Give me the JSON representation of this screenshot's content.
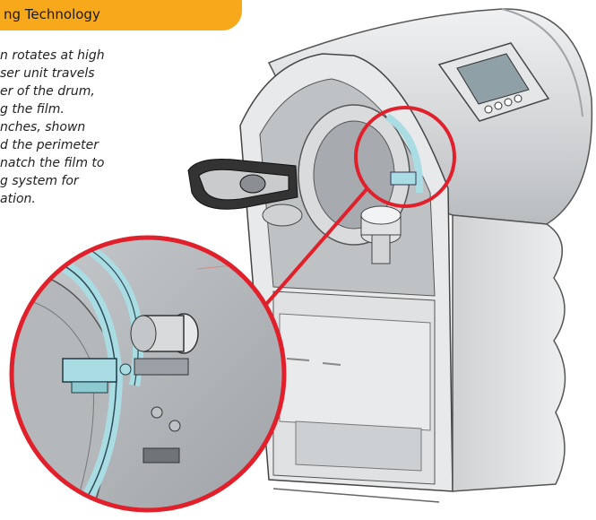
{
  "header": {
    "title": "ng Technology",
    "color": "#f7a81b"
  },
  "caption": {
    "lines": [
      "n rotates at high",
      "ser unit travels",
      "er of the drum,",
      "g the film.",
      "nches, shown",
      "d the perimeter",
      "natch the film to",
      "g system for",
      "ation."
    ]
  },
  "colors": {
    "callout": "#e0202a",
    "highlight": "#a9dde3",
    "body": "#d4d6d8"
  }
}
